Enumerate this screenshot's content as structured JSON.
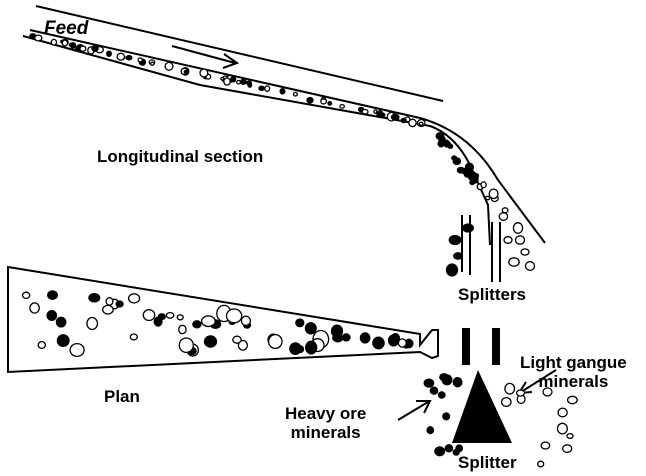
{
  "labels": {
    "feed": "Feed",
    "longitudinal_section": "Longitudinal section",
    "splitters": "Splitters",
    "plan": "Plan",
    "light_gangue_line1": "Light gangue",
    "light_gangue_line2": "minerals",
    "heavy_ore_line1": "Heavy ore",
    "heavy_ore_line2": "minerals",
    "splitter": "Splitter"
  },
  "colors": {
    "ink": "#000000",
    "background": "#ffffff"
  }
}
